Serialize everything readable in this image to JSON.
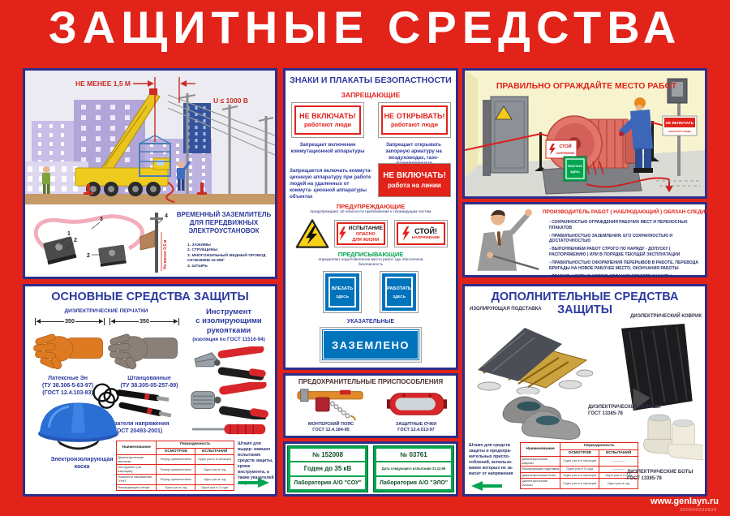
{
  "title": "ЗАЩИТНЫЕ СРЕДСТВА",
  "footer": {
    "url": "www.genlayn.ru",
    "mark": "000000000000"
  },
  "colors": {
    "poster_red": "#e2231a",
    "border_navy": "#2c2e88",
    "heading_blue": "#2b3a9e",
    "green": "#00a550",
    "sign_blue": "#0073bd"
  },
  "crane": {
    "distance": "НЕ МЕНЕЕ 1,5 М",
    "voltage": "U ≤ 1000 В"
  },
  "grounding": {
    "heading": "ВРЕМЕННЫЙ ЗАЗЕМЛИТЕЛЬ ДЛЯ ПЕРЕДВИЖНЫХ ЭЛЕКТРОУСТАНОВОК",
    "list": [
      "1. ЗАЖИМЫ",
      "2. СТРУБЦИНЫ",
      "3. МНОГОЖИЛЬНЫЙ МЕДНЫЙ ПРОВОД СЕЧЕНИЕМ 16 ММ²",
      "4. ШТЫРЬ"
    ],
    "depth": "Не менее 0,5 м",
    "n1": "1",
    "n2": "2",
    "n3": "3",
    "n2b": "2",
    "n4": "4"
  },
  "signs": {
    "heading": "ЗНАКИ И ПЛАКАТЫ БЕЗОПАСТНОСТИ",
    "prohibiting": {
      "heading": "ЗАПРЕЩАЮЩИЕ",
      "s1a": "НЕ ВКЛЮЧАТЬ!",
      "s1b": "работают люди",
      "s2a": "НЕ ОТКРЫВАТЬ!",
      "s2b": "работают люди",
      "c1": "Запрещает включение коммутационной аппаратуры",
      "c2": "Запрещает открывать запорную арматуру на воздуховодах, газо- -паропроводах",
      "note": "Запрещается включать коммута- ционную аппаратуру при работе людей на удаленных от коммута- ционной аппаратуры объектах",
      "s3a": "НЕ ВКЛЮЧАТЬ!",
      "s3b": "работа на линии"
    },
    "warning": {
      "heading": "ПРЕДУПРЕЖДАЮЩИЕ",
      "subtitle": "предупреждают об опасности приближения к токоведущим частям",
      "s1a": "ИСПЫТАНИЕ",
      "s1b": "ОПАСНО",
      "s1c": "ДЛЯ ЖИЗНИ",
      "s2a": "СТОЙ!",
      "s2b": "НАПРЯЖЕНИЕ"
    },
    "prescribing": {
      "heading": "ПРЕДПИСЫВАЮЩИЕ",
      "subtitle": "определяют подготовленное место работ, где обеспечена безопасность",
      "s1a": "ВЛЕЗАТЬ",
      "s1b": "ЗДЕСЬ",
      "s2a": "РАБОТАТЬ",
      "s2b": "ЗДЕСЬ"
    },
    "indicating": {
      "heading": "УКАЗАТЕЛЬНЫЕ",
      "s1": "ЗАЗЕМЛЕНО"
    }
  },
  "fence": {
    "heading": "ПРАВИЛЬНО ОГРАЖДАЙТЕ МЕСТО РАБОТ",
    "stop1": "СТОЙ",
    "stop2": "НАПРЯЖЕНИЕ",
    "work1": "РАБОТАТЬ",
    "work2": "ЗДЕСЬ",
    "nosw1": "НЕ ВКЛЮЧАТЬ",
    "nosw2": "РАБОТАЮТ ЛЮДИ"
  },
  "supervisor": {
    "heading": "ПРОИЗВОДИТЕЛЬ РАБОТ ( НАБЛЮДАЮЩИЙ ) ОБЯЗАН СЛЕДИТЬ ЗА:",
    "bullets": [
      "- СОХРАННОСТЬЮ ОГРАЖДЕНИЯ РАБОЧИХ МЕСТ И ПЕРЕНОСНЫХ ПЛАКАТОВ",
      "- ПРАВИЛЬНОСТЬЮ ЗАЗЕМЛЕНИЯ, ЕГО СОХРАННОСТЬЮ И ДОСТАТОЧНОСТЬЮ",
      "- ВЫПОЛНЕНИЕМ РАБОТ СТРОГО ПО НАРЯДУ - ДОПУСКУ ( РАСПОРЯЖЕНИЮ ) ИЛИ В ПОРЯДКЕ ТЕКУЩЕЙ ЭКСПЛУАТАЦИИ",
      "- ПРАВИЛЬНОСТЬЮ ОФОРМЛЕНИЯ ПЕРЕРЫВОВ В РАБОТЕ, ПЕРЕВОДА БРИГАДЫ НА НОВОЕ РАБОЧЕЕ МЕСТО, ОКОНЧАНИЯ РАБОТЫ",
      "- ПРАВИЛЬНОСТЬЮ ИСПОЛЬЗОВАНИЯ СРЕДСТВ ЗАЩИТЫ"
    ]
  },
  "basic": {
    "heading": "ОСНОВНЫЕ СРЕДСТВА ЗАЩИТЫ",
    "gloves_label": "ДИЭЛЕКТРИЧЕСКИЕ ПЕРЧАТКИ",
    "dim1": "350",
    "dim2": "350",
    "glove1_l1": "Латексные Эн",
    "glove1_l2": "(ТУ 38.306-5-63-97)",
    "glove1_l3": "(ГОСТ 12.4.103-83)",
    "glove2_l1": "Штанцованные",
    "glove2_l2": "(ТУ 38.305-05-257-89)",
    "tool_l1": "Инструмент",
    "tool_l2": "с изолирующими",
    "tool_l3": "рукоятками",
    "tool_sub": "(изоляция по ГОСТ 11516-94)",
    "ind_l1": "Указатели напряжения",
    "ind_l2": "(ГОСТ 20493-2001)",
    "helmet_l1": "Электроизолирующая",
    "helmet_l2": "каска",
    "stamp_note": "Штамп для выдер- жавших испытание средств защиты, кроме инструмента, а также указателей напряжения"
  },
  "devices": {
    "heading": "ПРЕДОХРАНИТЕЛЬНЫЕ ПРИСПОСОБЛЕНИЯ",
    "belt_l1": "МОНТЕРСКИЙ ПОЯС",
    "belt_l2": "ГОСТ 12.4.184-95",
    "goggles_l1": "ЗАЩИТНЫЕ ОЧКИ",
    "goggles_l2": "ГОСТ 12.4.013-97"
  },
  "stamps": {
    "left": {
      "n": "№ 152008",
      "l2": "Годен до 35 кВ",
      "l3": "Лаборатория А/О \"СОУ\""
    },
    "right": {
      "n": "№ 03761",
      "l2": "Дата следующего испытания 31.12.99",
      "l3": "Лаборатория А/О \"ЭЛО\""
    }
  },
  "additional": {
    "heading": "ДОПОЛНИТЕЛЬНЫЕ СРЕДСТВА ЗАЩИТЫ",
    "stand_label": "ИЗОЛИРУЮЩАЯ ПОДСТАВКА",
    "mat_label": "ДИЭЛЕКТРИЧЕСКИЙ КОВРИК",
    "galoshes_l1": "ДИЭЛЕКТРИЧЕСКИЕ ГАЛОШИ",
    "galoshes_l2": "ГОСТ 13385-78",
    "boots_l1": "ДИЭЛЕКТРИЧЕСКИЕ БОТЫ",
    "boots_l2": "ГОСТ 13385-78",
    "stamp_note": "Штамп для средств защиты и предохра- нительных приспо- соблений, использо- вание которых не за- висит от напряжения"
  },
  "tleft": {
    "h_name": "Наименование",
    "h_period": "Периодичность",
    "h_insp": "ОСМОТРОВ",
    "h_test": "ИСПЫТАНИЙ",
    "rows": [
      [
        "Диэлектрические перчатки",
        "Перед применением",
        "Один раз в 6 месяцев"
      ],
      [
        "Инструмент (на изоляции)",
        "Перед применением",
        "Один раз в год"
      ],
      [
        "Указатели напряжения \"УНН\"",
        "Перед применением",
        "Один раз в год"
      ],
      [
        "Изолирующие клещи",
        "Один раз в год",
        "Один раз в 2 года"
      ]
    ]
  },
  "tright": {
    "h_name": "Наименование",
    "h_period": "Периодичность",
    "h_insp": "ОСМОТРОВ",
    "h_test": "ИСПЫТАНИЙ",
    "rows": [
      [
        "Диэлектрические коврики",
        "Один раз в 6 месяцев",
        "————"
      ],
      [
        "Изолирующие подставки",
        "Один раз в 3 года",
        "————"
      ],
      [
        "Диэлектрические боты",
        "Один раз в 6 месяцев",
        "Один раз в 3 года"
      ],
      [
        "Диэлектрические галоши",
        "Один раз в 6 месяцев",
        "Один раз в год"
      ]
    ]
  }
}
